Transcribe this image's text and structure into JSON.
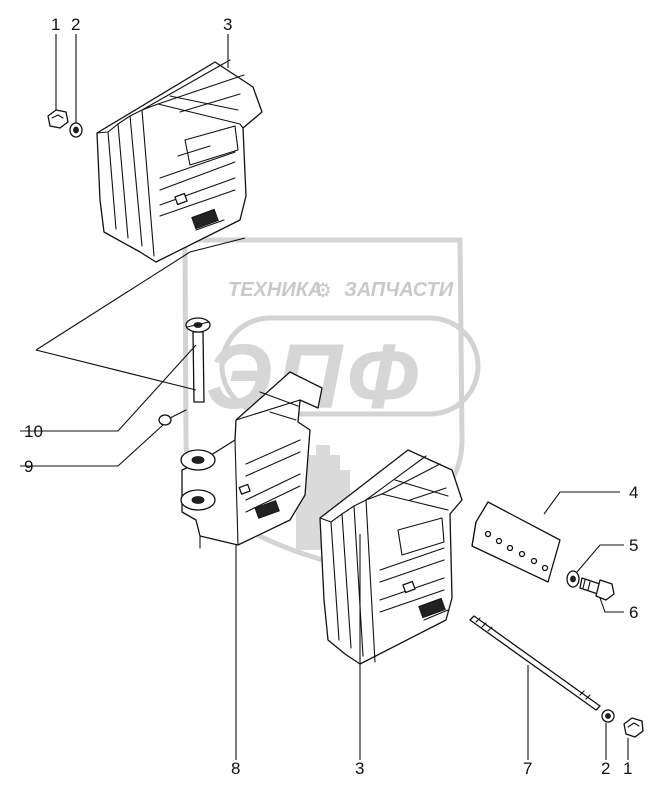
{
  "diagram": {
    "callouts": [
      {
        "id": "c1-top",
        "text": "1"
      },
      {
        "id": "c2-top",
        "text": "2"
      },
      {
        "id": "c3-top",
        "text": "3"
      },
      {
        "id": "c4",
        "text": "4"
      },
      {
        "id": "c5",
        "text": "5"
      },
      {
        "id": "c6",
        "text": "6"
      },
      {
        "id": "c10",
        "text": "10"
      },
      {
        "id": "c9",
        "text": "9"
      },
      {
        "id": "c8",
        "text": "8"
      },
      {
        "id": "c3-bottom",
        "text": "3"
      },
      {
        "id": "c7",
        "text": "7"
      },
      {
        "id": "c2-bottom",
        "text": "2"
      },
      {
        "id": "c1-bottom",
        "text": "1"
      }
    ]
  },
  "watermark": {
    "line1_left": "ТЕХНИКА",
    "line1_right": "ЗАПЧАСТИ",
    "logo_letters": "ЭПФ",
    "color": "#c8c8c8"
  }
}
